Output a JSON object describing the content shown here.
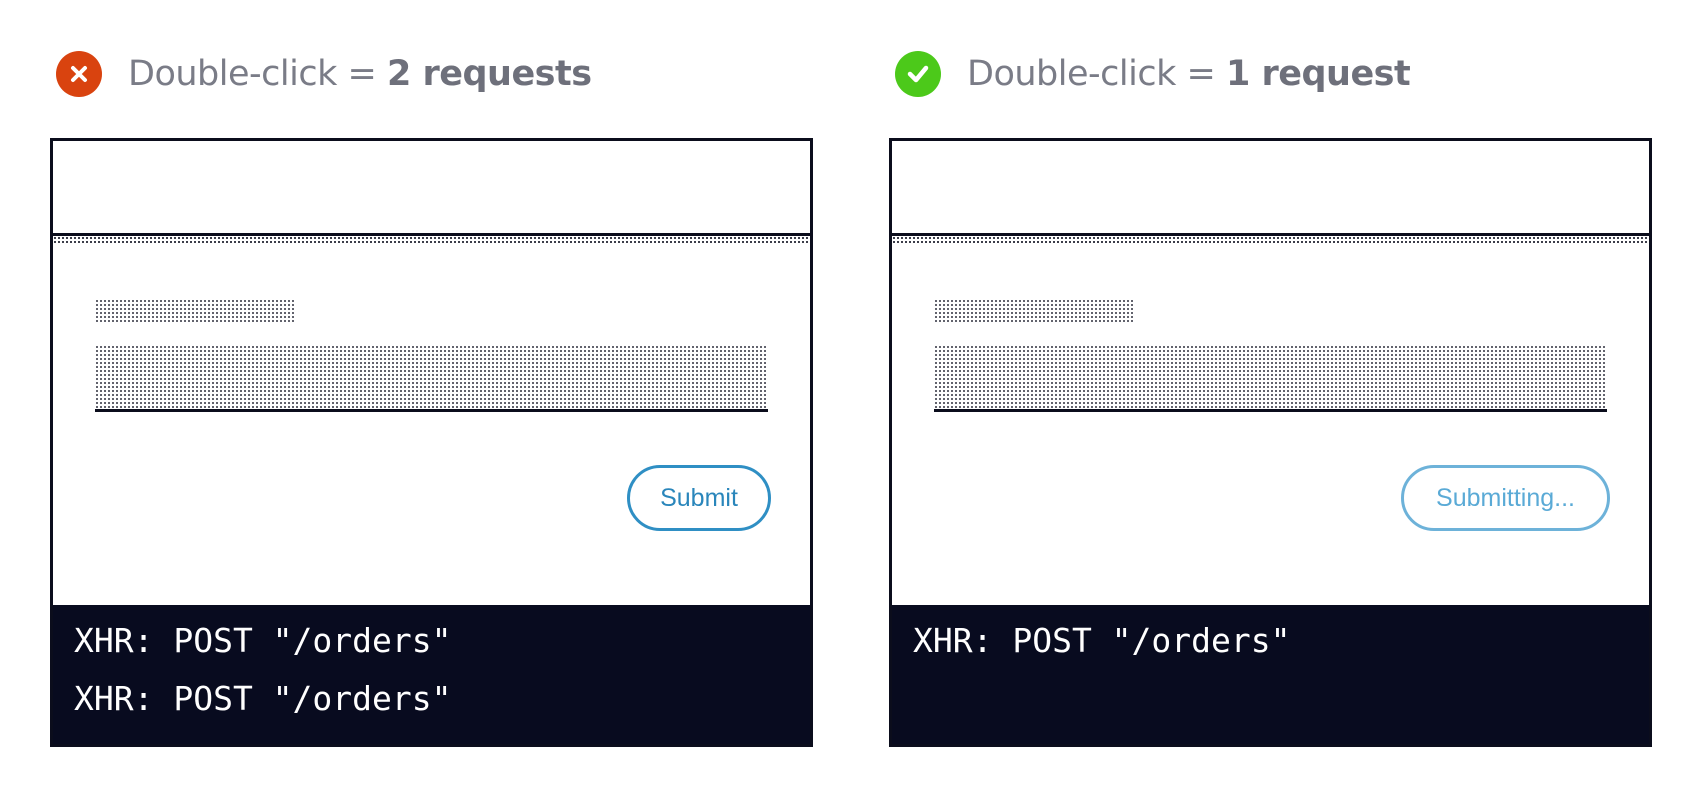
{
  "left_panel": {
    "heading_prefix": "Double-click = ",
    "heading_bold": "2 requests",
    "status_icon": "cross-icon",
    "status_color": "#d9430f",
    "submit_label": "Submit",
    "console_lines": [
      "XHR: POST \"/orders\"",
      "XHR: POST \"/orders\""
    ]
  },
  "right_panel": {
    "heading_prefix": "Double-click = ",
    "heading_bold": "1 request",
    "status_icon": "check-icon",
    "status_color": "#4cc91a",
    "submit_label": "Submitting...",
    "console_lines": [
      "XHR: POST \"/orders\""
    ]
  },
  "colors": {
    "frame": "#0b0d1c",
    "console_bg": "#080b1f",
    "button_active": "#2f8fc4",
    "button_disabled": "#6db2d9",
    "heading_text": "#7a7c87"
  }
}
